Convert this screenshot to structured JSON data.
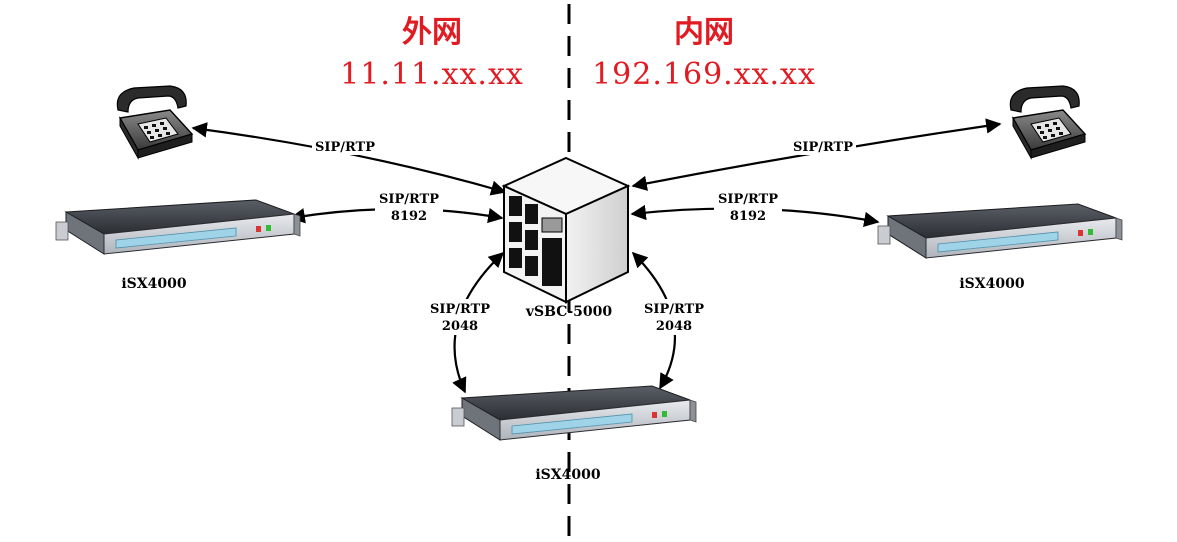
{
  "zones": {
    "external": {
      "title": "外网",
      "ip": "11.11.xx.xx"
    },
    "internal": {
      "title": "内网",
      "ip": "192.169.xx.xx"
    }
  },
  "colors": {
    "zone_text": "#e11b22",
    "line": "#000000"
  },
  "icons": {
    "phone": "telephone-icon",
    "server": "rack-server-icon",
    "core": "sbc-server-icon"
  },
  "devices": {
    "core": "vSBC-5000",
    "left_gateway": "iSX4000",
    "right_gateway": "iSX4000",
    "bottom_gateway": "iSX4000"
  },
  "links": {
    "left_phone": [
      "SIP/RTP"
    ],
    "right_phone": [
      "SIP/RTP"
    ],
    "left_gateway": [
      "SIP/RTP",
      "8192"
    ],
    "right_gateway": [
      "SIP/RTP",
      "8192"
    ],
    "bottom_left": [
      "SIP/RTP",
      "2048"
    ],
    "bottom_right": [
      "SIP/RTP",
      "2048"
    ]
  }
}
